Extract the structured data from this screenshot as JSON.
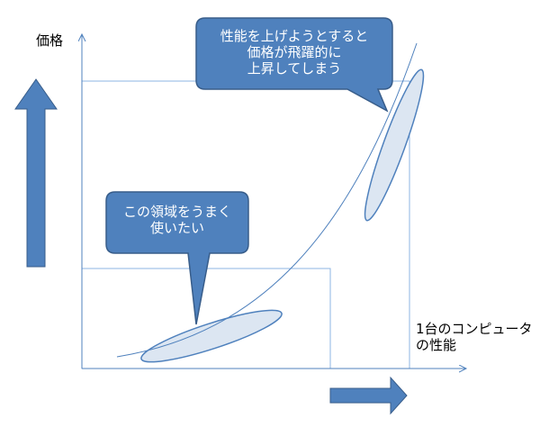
{
  "y_axis_label": "価格",
  "x_axis_label_line1": "1台のコンピュータ",
  "x_axis_label_line2": "の性能",
  "callout_low": {
    "line1": "この領域をうまく",
    "line2": "使いたい"
  },
  "callout_high": {
    "line1": "性能を上げようとすると",
    "line2": "価格が飛躍的に",
    "line3": "上昇してしまう"
  },
  "colors": {
    "axis": "#4f81bd",
    "arrow_fill": "#4f81bd",
    "arrow_stroke": "#385d8a",
    "ellipse_fill": "#dce6f2",
    "guide_line": "#8eb4e3"
  }
}
